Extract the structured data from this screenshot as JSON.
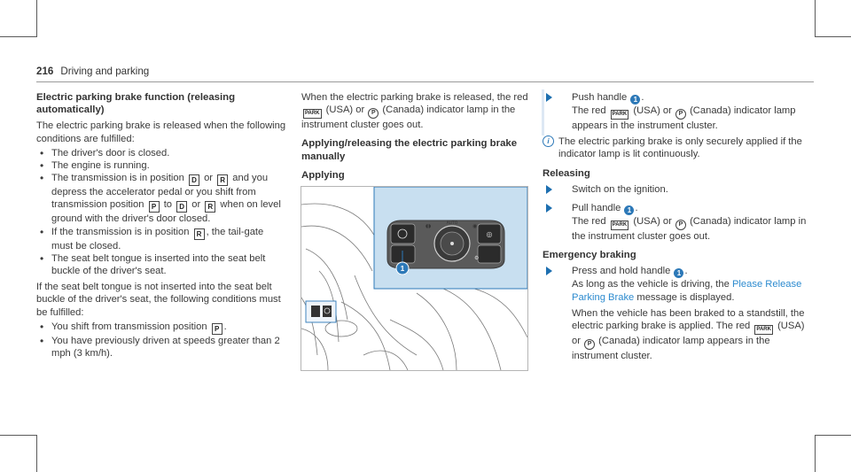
{
  "header": {
    "page_number": "216",
    "section": "Driving and parking"
  },
  "indicators": {
    "park": "PARK",
    "p_circle": "P",
    "gear_d": "D",
    "gear_r": "R",
    "gear_p": "P",
    "callout_1": "1"
  },
  "col1": {
    "heading": "Electric parking brake function (releasing automatically)",
    "intro": "The electric parking brake is released when the following conditions are fulfilled:",
    "b1": "The driver's door is closed.",
    "b2": "The engine is running.",
    "b3": {
      "t1": "The transmission is in position",
      "t2": "or",
      "t3": "and you depress the accelerator pedal or you shift from transmission position",
      "t4": "to",
      "t5": "or",
      "t6": "when on level ground with the driver's door closed."
    },
    "b4": {
      "t1": "If the transmission is in position",
      "t2": ", the tail-gate must be closed."
    },
    "b5": "The seat belt tongue is inserted into the seat belt buckle of the driver's seat.",
    "intro2": "If the seat belt tongue is not inserted into the seat belt buckle of the driver's seat, the following conditions must be fulfilled:",
    "b6": {
      "t1": "You shift from transmission position",
      "t2": "."
    },
    "b7": "You have previously driven at speeds greater than 2 mph (3 km/h)."
  },
  "col2": {
    "para": {
      "t1": "When the electric parking brake is released, the red",
      "t2": "(USA) or",
      "t3": "(Canada) indicator lamp in the instrument cluster goes out."
    },
    "heading": "Applying/releasing the electric parking brake manually",
    "subheading": "Applying",
    "figure": {
      "switch_label": "AUTO",
      "callout": "1"
    }
  },
  "col3": {
    "step1": {
      "t1": "Push handle",
      "t2": ".",
      "t3": "The red",
      "t4": "(USA) or",
      "t5": "(Canada) indicator lamp appears in the instrument cluster."
    },
    "note": "The electric parking brake is only securely applied if the indicator lamp is lit continuously.",
    "releasing_heading": "Releasing",
    "step2": "Switch on the ignition.",
    "step3": {
      "t1": "Pull handle",
      "t2": ".",
      "t3": "The red",
      "t4": "(USA) or",
      "t5": "(Canada) indicator lamp in the instrument cluster goes out."
    },
    "emergency_heading": "Emergency braking",
    "step4": {
      "t1": "Press and hold handle",
      "t2": ".",
      "t3": "As long as the vehicle is driving, the",
      "t4": "Please Release Parking Brake",
      "t5": "message is displayed.",
      "t6": "When the vehicle has been braked to a standstill, the electric parking brake is applied. The red",
      "t7": "(USA) or",
      "t8": "(Canada) indicator lamp appears in the instrument cluster."
    }
  }
}
